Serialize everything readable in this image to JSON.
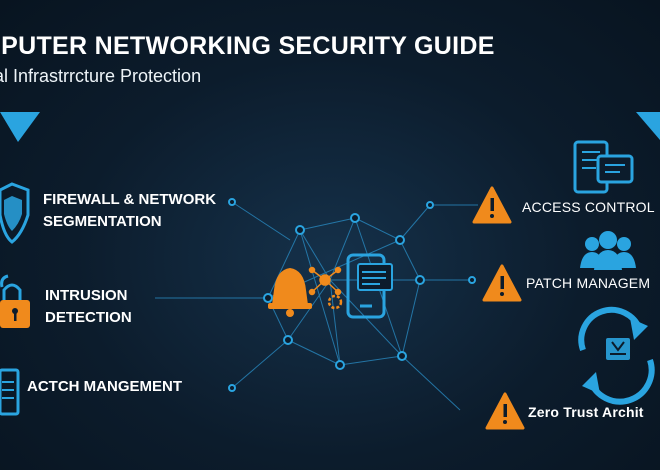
{
  "header": {
    "title": "MPUTER NETWORKING SECURITY GUIDE",
    "subtitle": "al Infrastrrcture Protection"
  },
  "left_items": [
    {
      "line1": "FIREWALL & NETWORK",
      "line2": "SEGMENTATION",
      "icon": "shield-icon"
    },
    {
      "line1": "INTRUSION",
      "line2": "DETECTION",
      "icon": "lock-icon"
    },
    {
      "line1": "ACTCH MANGEMENT",
      "icon": "document-icon"
    }
  ],
  "right_items": [
    {
      "label": "ACCESS CONTROL",
      "icon": "warning-icon"
    },
    {
      "label": "PATCH MANAGEM",
      "icon": "warning-icon"
    },
    {
      "label": "Zero Trust Archit",
      "icon": "warning-icon"
    }
  ],
  "colors": {
    "accent_blue": "#2aa4e0",
    "warning_orange": "#f08a1c",
    "background": "#0c1c2c"
  }
}
